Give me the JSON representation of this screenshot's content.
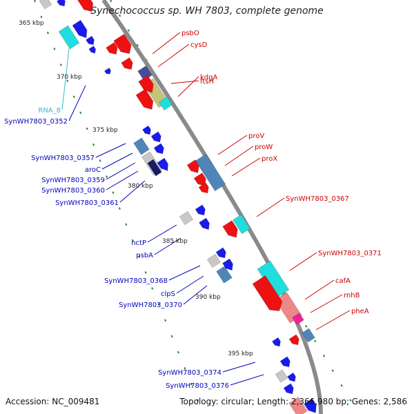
{
  "title": "Synechococcus sp. WH 7803, complete genome",
  "accession": "Accession: NC_009481",
  "summary": "Topology: circular; Length: 2,366,980 bp; Genes: 2,586",
  "colors": {
    "backbone": "#8a8a8a",
    "tick": "#1f8a1f",
    "forward_label": "#cc0000",
    "reverse_label": "#0000bb",
    "rna_label": "#33bbcc",
    "gene_red": "#ee1111",
    "gene_blue": "#1a1aee",
    "gene_cyan": "#22dddd",
    "gene_steel": "#4f86b8",
    "gene_olive": "#c4c47a",
    "gene_gray": "#c8c8c8",
    "gene_navy": "#1a1a66",
    "gene_purple": "#4a4a99",
    "gene_pink": "#ee8888",
    "gene_magenta": "#ee2299"
  },
  "kbp_markers": [
    {
      "label": "365 kbp"
    },
    {
      "label": "370 kbp"
    },
    {
      "label": "375 kbp"
    },
    {
      "label": "380 kbp"
    },
    {
      "label": "385 kbp"
    },
    {
      "label": "390 kbp"
    },
    {
      "label": "395 kbp"
    }
  ],
  "forward_genes": [
    {
      "name": "psbO"
    },
    {
      "name": "cysD"
    },
    {
      "name": "ftsH"
    },
    {
      "name": "kdgA"
    },
    {
      "name": "proV"
    },
    {
      "name": "proW"
    },
    {
      "name": "proX"
    },
    {
      "name": "SynWH7803_0367"
    },
    {
      "name": "SynWH7803_0371"
    },
    {
      "name": "cafA"
    },
    {
      "name": "rnhB"
    },
    {
      "name": "pheA"
    }
  ],
  "reverse_genes": [
    {
      "name": "RNA_8",
      "rna": true
    },
    {
      "name": "SynWH7803_0352"
    },
    {
      "name": "SynWH7803_0357"
    },
    {
      "name": "aroC"
    },
    {
      "name": "SynWH7803_0359"
    },
    {
      "name": "SynWH7803_0360"
    },
    {
      "name": "SynWH7803_0361"
    },
    {
      "name": "nctP"
    },
    {
      "name": "psbA"
    },
    {
      "name": "SynWH7803_0368"
    },
    {
      "name": "clpS"
    },
    {
      "name": "SynWH7803_0370"
    },
    {
      "name": "SynWH7803_0374"
    },
    {
      "name": "SynWH7803_0376"
    }
  ]
}
